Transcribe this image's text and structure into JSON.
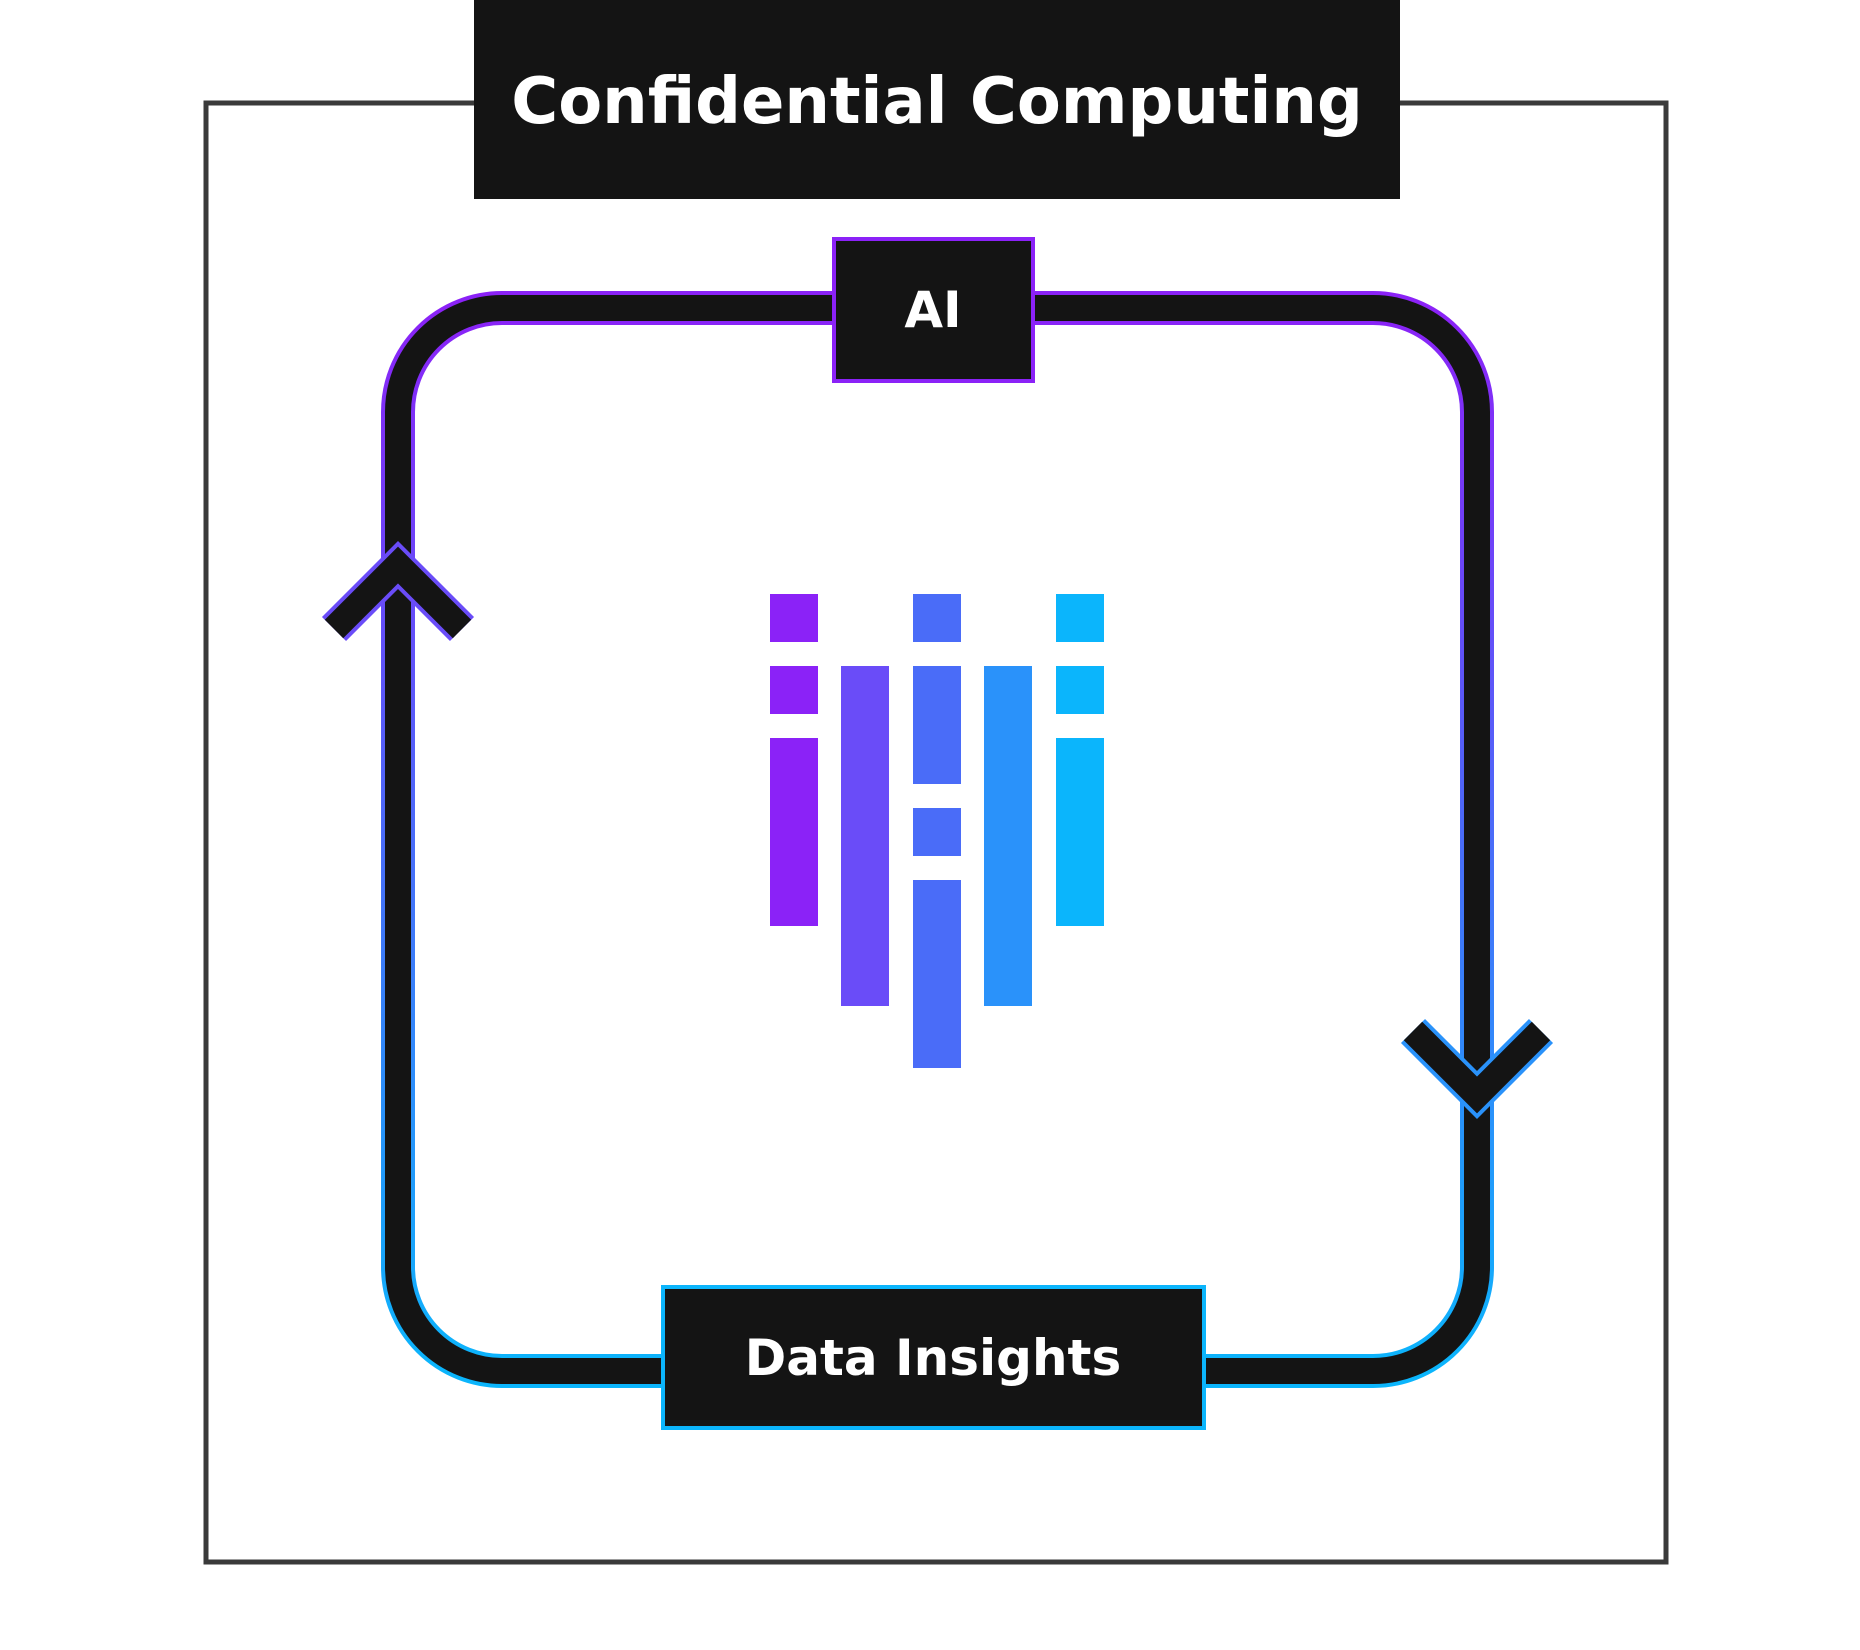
{
  "title": "Confidential Computing",
  "nodes": {
    "top": "AI",
    "bottom": "Data Insights"
  },
  "colors": {
    "frame": "#3a3a3a",
    "dark": "#141414",
    "text": "#ffffff",
    "purple": "#8b22f7",
    "violet": "#6a4cf8",
    "indigo": "#4a6cf8",
    "blue": "#2a92fa",
    "cyan": "#0bb5fc"
  },
  "logo": {
    "name": "bar-logo-icon"
  }
}
